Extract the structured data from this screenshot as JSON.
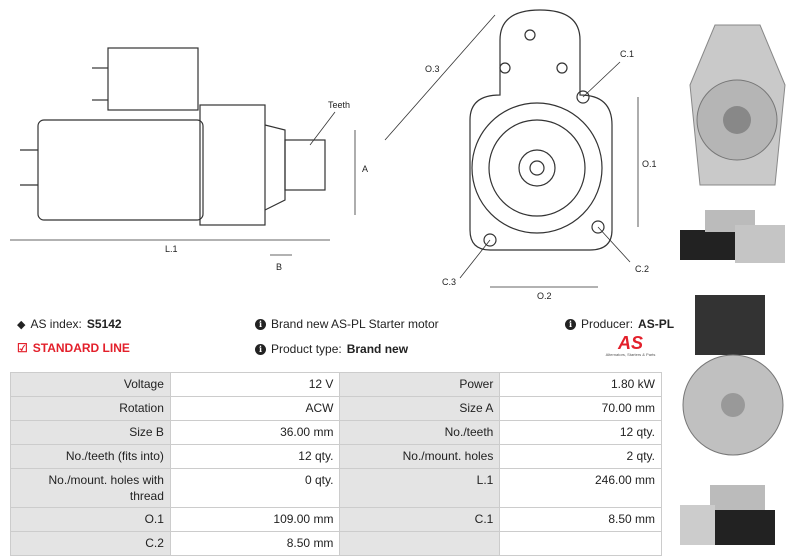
{
  "drawing": {
    "side_labels": {
      "teeth": "Teeth",
      "a": "A",
      "b": "B",
      "l1": "L.1"
    },
    "front_labels": {
      "o3": "O.3",
      "c1": "C.1",
      "o1": "O.1",
      "c2": "C.2",
      "c3": "C.3",
      "o2": "O.2"
    }
  },
  "info": {
    "index_label": "AS index:",
    "index_value": "S5142",
    "line_label": "STANDARD LINE",
    "description": "Brand new AS-PL Starter motor",
    "type_label": "Product type:",
    "type_value": "Brand new",
    "producer_label": "Producer:",
    "producer_value": "AS-PL",
    "logo_text": "AS",
    "logo_tagline": "Alternators, Starters & Parts"
  },
  "colors": {
    "accent": "#e3202b",
    "key_bg": "#e4e4e4",
    "border": "#cccccc"
  },
  "specs": [
    {
      "k1": "Voltage",
      "v1": "12 V",
      "k2": "Power",
      "v2": "1.80 kW"
    },
    {
      "k1": "Rotation",
      "v1": "ACW",
      "k2": "Size A",
      "v2": "70.00 mm"
    },
    {
      "k1": "Size B",
      "v1": "36.00 mm",
      "k2": "No./teeth",
      "v2": "12 qty."
    },
    {
      "k1": "No./teeth (fits into)",
      "v1": "12 qty.",
      "k2": "No./mount. holes",
      "v2": "2 qty."
    },
    {
      "k1": "No./mount. holes with thread",
      "v1": "0 qty.",
      "k2": "L.1",
      "v2": "246.00 mm"
    },
    {
      "k1": "O.1",
      "v1": "109.00 mm",
      "k2": "C.1",
      "v2": "8.50 mm"
    },
    {
      "k1": "C.2",
      "v1": "8.50 mm",
      "k2": "",
      "v2": ""
    }
  ]
}
